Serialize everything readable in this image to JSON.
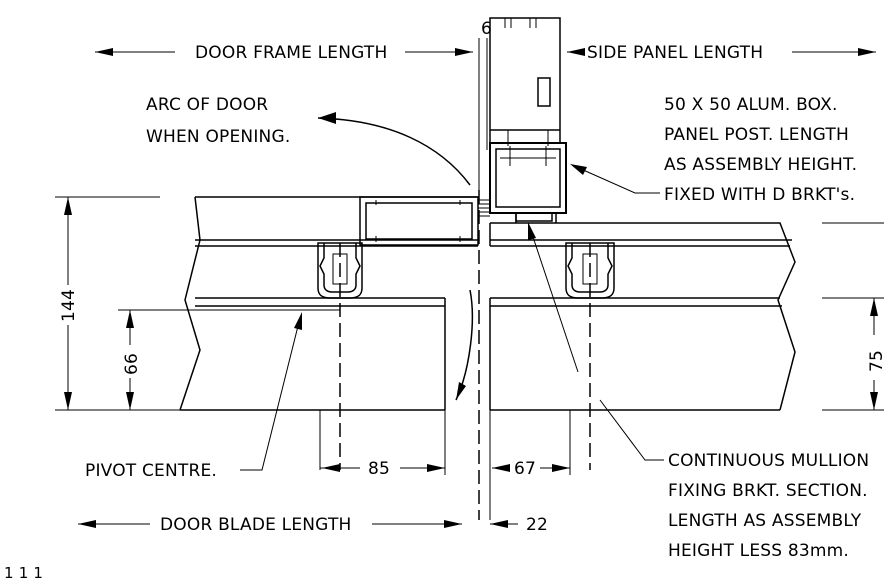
{
  "labels": {
    "door_frame_length": "DOOR FRAME LENGTH",
    "side_panel_length": "SIDE PANEL LENGTH",
    "arc_line1": "ARC OF DOOR",
    "arc_line2": "WHEN OPENING.",
    "post_line1": "50 X 50 ALUM. BOX.",
    "post_line2": "PANEL POST. LENGTH",
    "post_line3": "AS ASSEMBLY HEIGHT.",
    "post_line4": "FIXED WITH D BRKT's.",
    "pivot_centre": "PIVOT CENTRE.",
    "door_blade_length": "DOOR BLADE LENGTH",
    "mullion_line1": "CONTINUOUS MULLION",
    "mullion_line2": "FIXING BRKT. SECTION.",
    "mullion_line3": "LENGTH AS ASSEMBLY",
    "mullion_line4": "HEIGHT LESS 83mm.",
    "corner_mark": "1 1 1"
  },
  "dimensions": {
    "gap": "6",
    "height_left": "144",
    "offset_left": "66",
    "pivot_offset": "85",
    "mullion_offset": "67",
    "clearance": "22",
    "offset_right": "75"
  }
}
